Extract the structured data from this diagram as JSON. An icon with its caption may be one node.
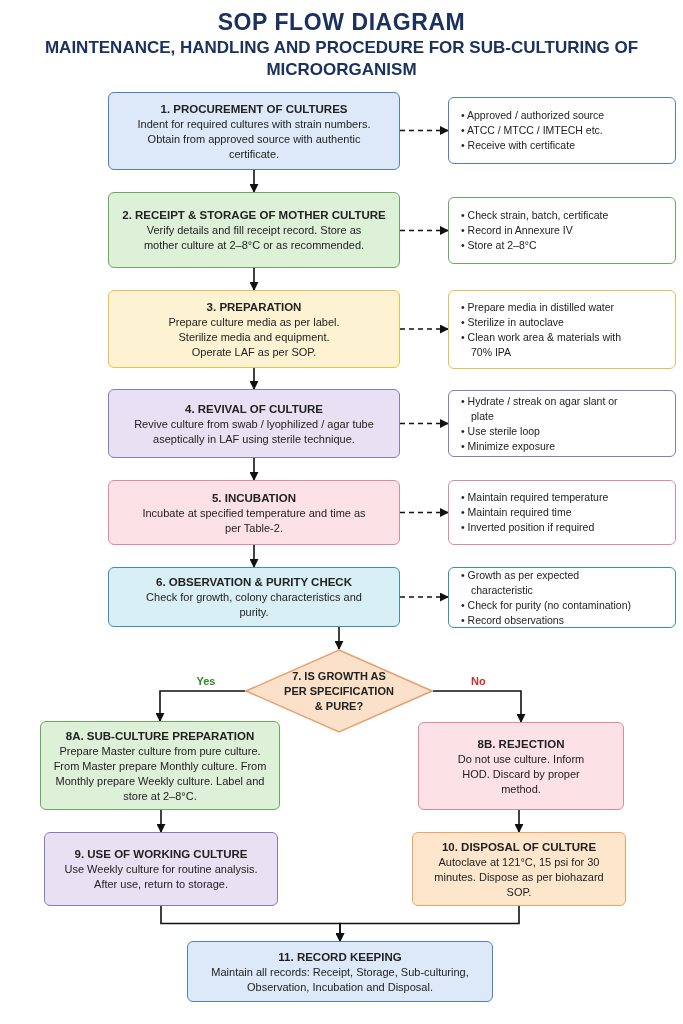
{
  "diagram": {
    "title": "SOP FLOW DIAGRAM",
    "nodes": [
      {
        "text": [
          "1. PROCUREMENT OF CULTURES",
          "Indent for required cultures with strain numbers. Obtain from approved source with authentic certificate."
        ]
      },
      {
        "text": [
          "• Approved / authorized source",
          "• ATCC / MTCC / IMTECH etc.",
          "• Receive with certificate"
        ]
      },
      {
        "text": [
          "2. RECEIPT & STORAGE OF MOTHER CULTURE",
          "Verify details and fill receipt record. Store as mother culture at 2–8°C or as recommended."
        ]
      },
      {
        "text": [
          "• Check strain, batch, certificate",
          "• Record in Annexure IV",
          "• Store at 2–8°C"
        ]
      },
      {
        "text": [
          "3. PREPARATION",
          "Prepare culture media as per label. Sterilize media and equipment. Operate LAF as per SOP."
        ]
      },
      {
        "text": [
          "• Prepare media in distilled water",
          "• Sterilize in autoclave",
          "• Clean work area & materials with 70% IPA"
        ]
      },
      {
        "text": [
          "4. REVIVAL OF CULTURE",
          "Revive culture from swab / lyophilized / agar tube aseptically in LAF using sterile technique."
        ]
      },
      {
        "text": [
          "• Hydrate / streak on agar slant or plate",
          "• Use sterile loop",
          "• Minimize exposure"
        ]
      },
      {
        "text": [
          "5. INCUBATION",
          "Incubate at specified temperature and time as per Table-2."
        ]
      },
      {
        "text": [
          "• Maintain required temperature",
          "• Maintain required time",
          "• Inverted position if required"
        ]
      },
      {
        "text": [
          "6. OBSERVATION & PURITY CHECK",
          "Check for growth, colony characteristics and purity."
        ]
      },
      {
        "text": [
          "• Growth as per expected characteristic",
          "• Check for purity (no contamination)",
          "• Record observations"
        ]
      },
      {
        "text": [
          "7. IS GROWTH AS PER SPECIFICATION & PURE?"
        ]
      },
      {
        "text": [
          "8A. SUB-CULTURE PREPARATION",
          "Prepare Master culture from pure culture. From Master prepare Monthly culture. From Monthly prepare Weekly culture. Label and store at 2–8°C."
        ]
      },
      {
        "text": [
          "8B. REJECTION",
          "Do not use culture. Inform HOD. Discard by proper method."
        ]
      },
      {
        "text": [
          "9. USE OF WORKING CULTURE",
          "Use Weekly culture for routine analysis. After use, return to storage."
        ]
      },
      {
        "text": [
          "10. DISPOSAL OF CULTURE",
          "Autoclave at 121°C, 15 psi for 30 minutes. Dispose as per biohazard SOP."
        ]
      },
      {
        "text": [
          "11. RECORD KEEPING",
          "Maintain all records: Receipt, Storage, Sub-culturing, Observation, Incubation and Disposal."
        ]
      }
    ],
    "edges": [
      {
        "from": 0,
        "to": 1,
        "arrow": "to",
        "style": "dashed"
      },
      {
        "from": 2,
        "to": 3,
        "arrow": "to",
        "style": "dashed"
      },
      {
        "from": 4,
        "to": 5,
        "arrow": "to",
        "style": "dashed"
      },
      {
        "from": 6,
        "to": 7,
        "arrow": "to",
        "style": "dashed"
      },
      {
        "from": 8,
        "to": 9,
        "arrow": "to",
        "style": "dashed"
      },
      {
        "from": 10,
        "to": 11,
        "arrow": "to",
        "style": "dashed"
      },
      {
        "from": 0,
        "to": 2,
        "arrow": "to"
      },
      {
        "from": 2,
        "to": 4,
        "arrow": "to"
      },
      {
        "from": 4,
        "to": 6,
        "arrow": "to"
      },
      {
        "from": 6,
        "to": 8,
        "arrow": "to"
      },
      {
        "from": 8,
        "to": 10,
        "arrow": "to"
      },
      {
        "from": 10,
        "to": 12,
        "arrow": "to"
      },
      {
        "from": 12,
        "to": 13,
        "arrow": "to",
        "label": "Yes"
      },
      {
        "from": 12,
        "to": 14,
        "arrow": "to",
        "label": "No"
      },
      {
        "from": 13,
        "to": 15,
        "arrow": "to"
      },
      {
        "from": 14,
        "to": 16,
        "arrow": "to"
      },
      {
        "from": 15,
        "to": 17,
        "arrow": "to"
      },
      {
        "from": 16,
        "to": 17,
        "arrow": "to"
      }
    ],
    "labels": [
      "MAINTENANCE, HANDLING AND PROCEDURE FOR SUB-CULTURING OF MICROORGANISM"
    ]
  }
}
